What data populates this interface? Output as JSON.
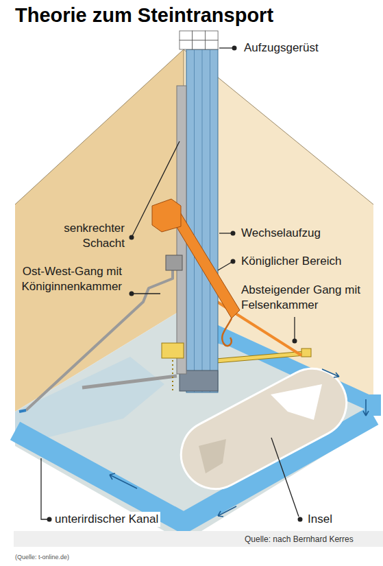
{
  "diagram": {
    "title": "Theorie zum Steintransport",
    "caption": "Quelle: nach Bernhard Kerres",
    "labels": [
      "Aufzugsgerüst",
      "senkrechter Schacht",
      "Wechselaufzug",
      "Ost-West-Gang mit Königinnenkammer",
      "Königlicher Bereich",
      "Absteigender Gang mit Felsenkammer",
      "unterirdischer Kanal",
      "Insel",
      "(Quelle: t-online.de)"
    ]
  }
}
